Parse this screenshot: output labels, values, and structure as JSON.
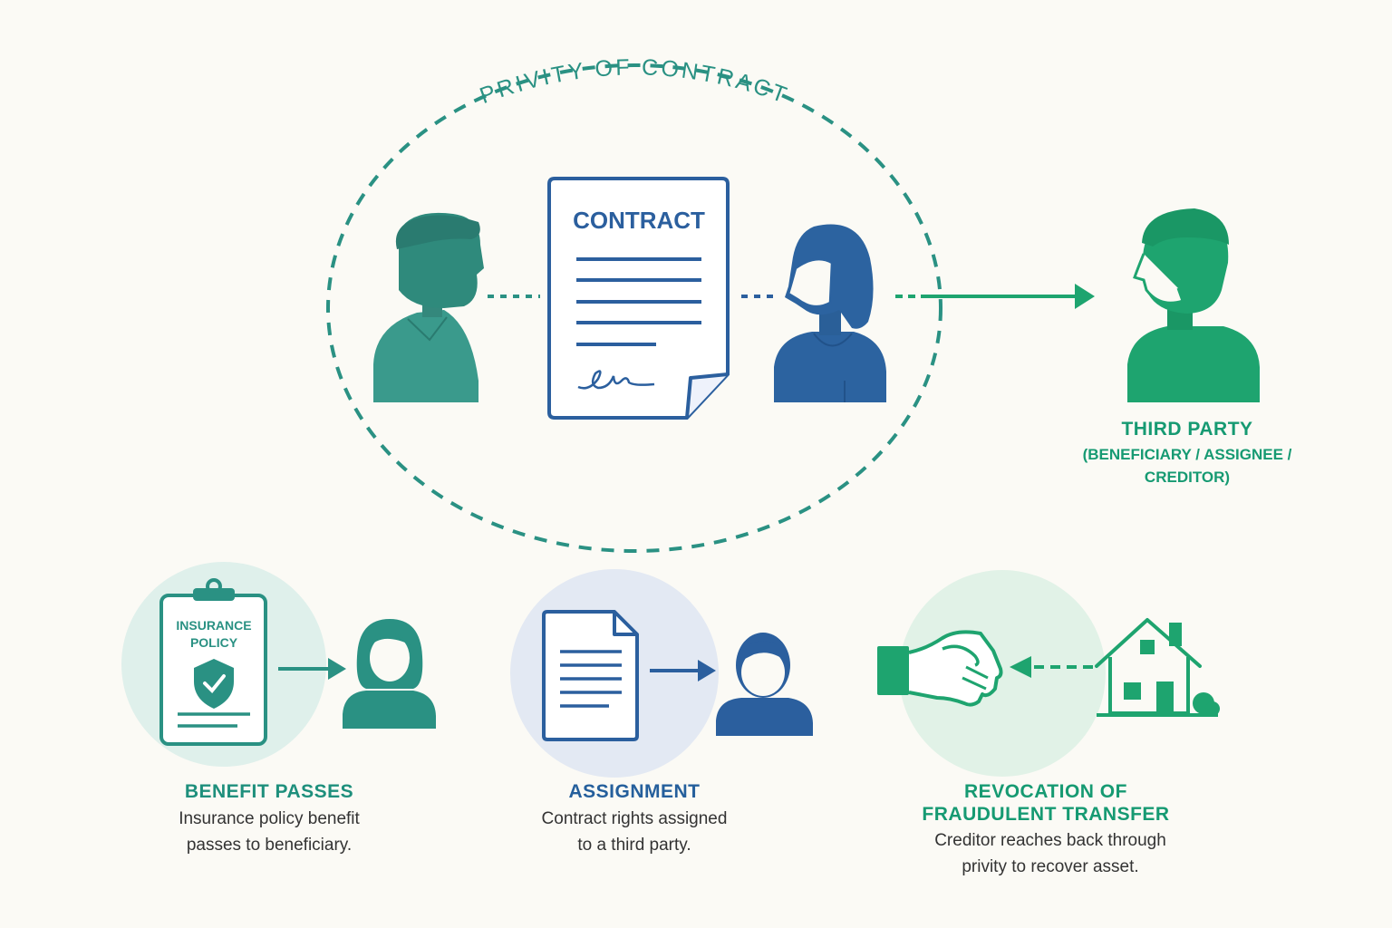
{
  "privity": {
    "arc_label": "PRIVITY OF CONTRACT"
  },
  "contract_doc": {
    "title": "CONTRACT"
  },
  "third_party": {
    "title": "THIRD PARTY",
    "subtitle_line1": "(BENEFICIARY / ASSIGNEE /",
    "subtitle_line2": "CREDITOR)"
  },
  "scenarios": [
    {
      "badge_line1": "INSURANCE",
      "badge_line2": "POLICY",
      "title": "BENEFIT PASSES",
      "desc_line1": "Insurance policy benefit",
      "desc_line2": "passes to beneficiary."
    },
    {
      "title": "ASSIGNMENT",
      "desc_line1": "Contract rights assigned",
      "desc_line2": "to a third party."
    },
    {
      "title_line1": "REVOCATION OF",
      "title_line2": "FRAUDULENT TRANSFER",
      "desc_line1": "Creditor reaches back through",
      "desc_line2": "privity to recover asset."
    }
  ],
  "colors": {
    "teal": "#2a9183",
    "blue": "#2b5f9e",
    "green": "#1ea46f",
    "background": "#fbfaf5"
  }
}
